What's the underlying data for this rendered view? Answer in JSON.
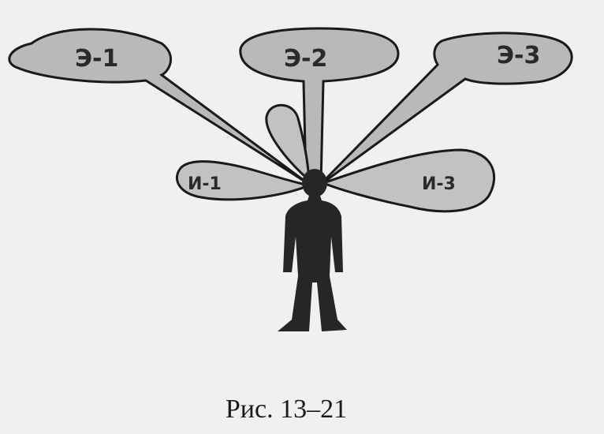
{
  "diagram": {
    "lobes": [
      {
        "id": "e1",
        "label": "Э-1"
      },
      {
        "id": "e2",
        "label": "Э-2"
      },
      {
        "id": "e3",
        "label": "Э-3"
      },
      {
        "id": "i1",
        "label": "И-1"
      },
      {
        "id": "i2",
        "label": ""
      },
      {
        "id": "i3",
        "label": "И-3"
      }
    ]
  },
  "caption": "Рис. 13–21",
  "colors": {
    "background": "#f0f0f0",
    "lobe_fill": "#b9b9b9",
    "outline": "#1a1a1a",
    "figure": "#262626"
  }
}
